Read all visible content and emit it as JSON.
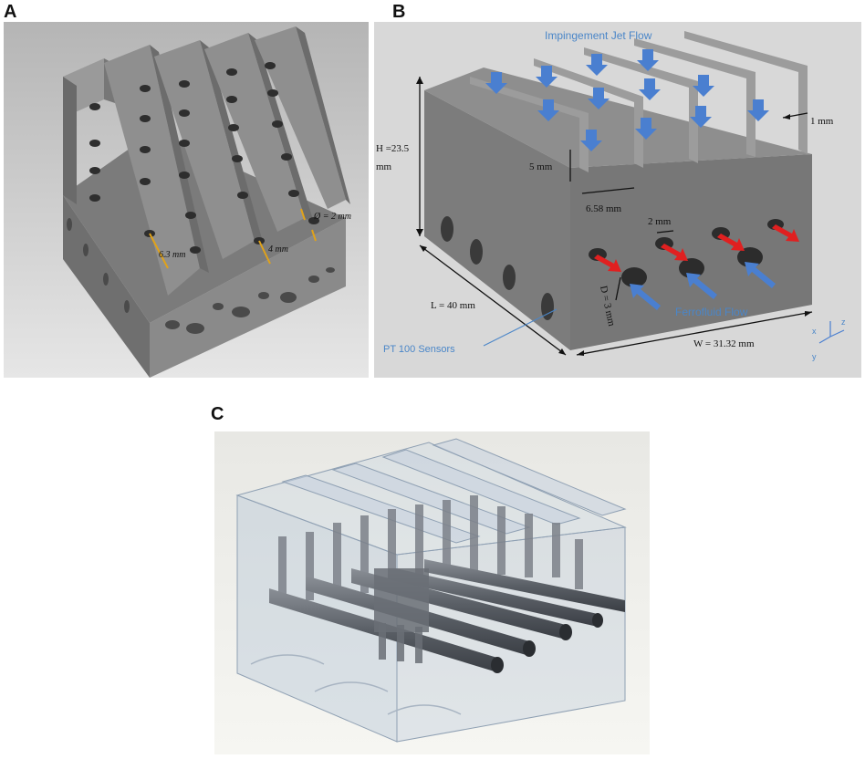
{
  "panels": {
    "a": {
      "letter": "A",
      "dims": {
        "pitch": "6.3 mm",
        "gap": "4 mm",
        "diameter": "Ø = 2 mm"
      }
    },
    "b": {
      "letter": "B",
      "labels": {
        "jet_flow": "Impingement Jet Flow",
        "fin_thickness": "1 mm",
        "height_line1": "H =23.5",
        "height_line2": "mm",
        "fin_height": "5 mm",
        "channel_width": "6.58 mm",
        "hole_gap": "2 mm",
        "hole_diameter": "D = 3 mm",
        "ferrofluid_flow": "Ferrofluid Flow",
        "length": "L = 40 mm",
        "width": "W = 31.32 mm",
        "sensors": "PT 100 Sensors"
      },
      "axes": {
        "x": "x",
        "y": "y",
        "z": "z"
      }
    },
    "c": {
      "letter": "C"
    }
  },
  "colors": {
    "body_gray": "#7a7a7a",
    "dark_gray": "#5e5e5e",
    "light_gray": "#9a9a9a",
    "arrow_blue": "#4a7fd0",
    "arrow_red": "#e02020",
    "dim_orange": "#e0a21a",
    "label_blue": "#4a86c8",
    "glass": "#b8c7d8"
  }
}
